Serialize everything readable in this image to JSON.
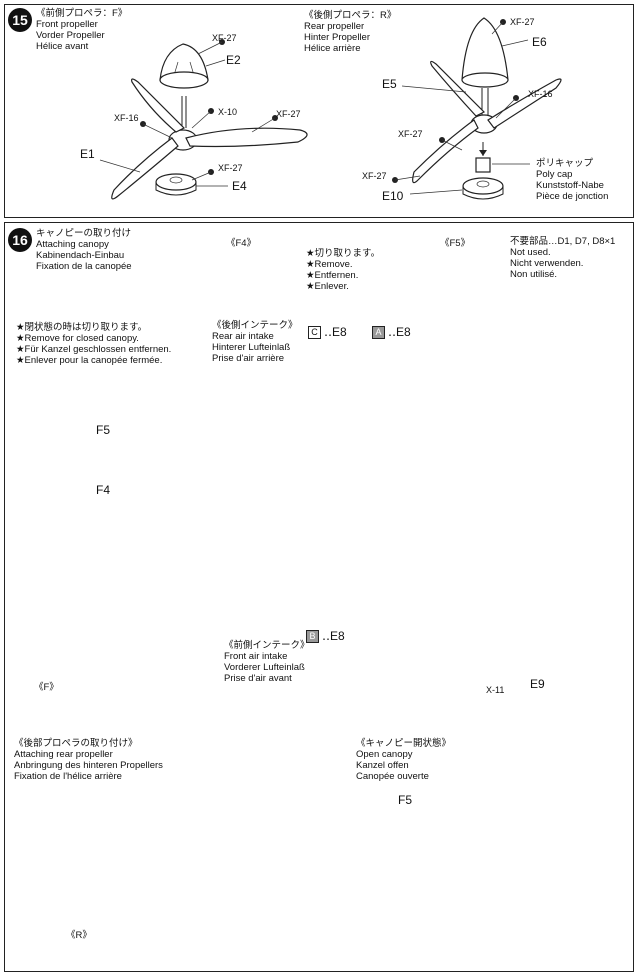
{
  "step15": {
    "number": "15",
    "front": {
      "title": "《前側プロペラ：F》",
      "lines": [
        "Front propeller",
        "Vorder Propeller",
        "Hélice avant"
      ]
    },
    "rear": {
      "title": "《後側プロペラ：R》",
      "lines": [
        "Rear propeller",
        "Hinter Propeller",
        "Hélice arrière"
      ]
    },
    "callouts": {
      "f_xf27_top": "XF-27",
      "f_e2": "E2",
      "f_x10": "X-10",
      "f_xf16": "XF-16",
      "f_xf27_right": "XF-27",
      "f_e1": "E1",
      "f_xf27_bottom": "XF-27",
      "f_e4": "E4",
      "r_xf27_top": "XF-27",
      "r_e6": "E6",
      "r_e5": "E5",
      "r_xf16": "XF-16",
      "r_xf27_mid": "XF-27",
      "r_xf27_low": "XF-27",
      "r_e10": "E10"
    },
    "polycap": [
      "ポリキャップ",
      "Poly cap",
      "Kunststoff-Nabe",
      "Pièce de jonction"
    ]
  },
  "step16": {
    "number": "16",
    "title_jp": "キャノピーの取り付け",
    "title_lines": [
      "Attaching canopy",
      "Kabinendach-Einbau",
      "Fixation de la canopée"
    ],
    "f4_label": "《F4》",
    "f5_label": "《F5》",
    "remove_lines": [
      "★切り取ります。",
      "★Remove.",
      "★Entfernen.",
      "★Enlever."
    ],
    "unused_lines": [
      "不要部品…D1, D7, D8×1",
      "Not used.",
      "Nicht verwenden.",
      "Non utilisé."
    ],
    "closed_lines": [
      "★閉状態の時は切り取ります。",
      "★Remove for closed canopy.",
      "★Für Kanzel geschlossen entfernen.",
      "★Enlever pour la canopée fermée."
    ],
    "rear_intake_lines": [
      "《後側インテーク》",
      "Rear air intake",
      "Hinterer Lufteinlaß",
      "Prise d'air arrière"
    ],
    "front_intake_lines": [
      "《前側インテーク》",
      "Front air intake",
      "Vorderer Lufteinlaß",
      "Prise d'air avant"
    ],
    "c_letter": "C",
    "c_part": "‥E8",
    "a_letter": "A",
    "a_part": "‥E8",
    "b_letter": "B",
    "b_part": "‥E8",
    "f5": "F5",
    "f4": "F4",
    "f_paren": "《F》",
    "e9": "E9",
    "x11": "X-11",
    "rear_prop_lines": [
      "《後部プロペラの取り付け》",
      "Attaching rear propeller",
      "Anbringung des hinteren Propellers",
      "Fixation de l'hélice arrière"
    ],
    "r_paren": "《R》",
    "open_lines": [
      "《キャノピー開状態》",
      "Open canopy",
      "Kanzel offen",
      "Canopée ouverte"
    ],
    "open_f5": "F5"
  }
}
